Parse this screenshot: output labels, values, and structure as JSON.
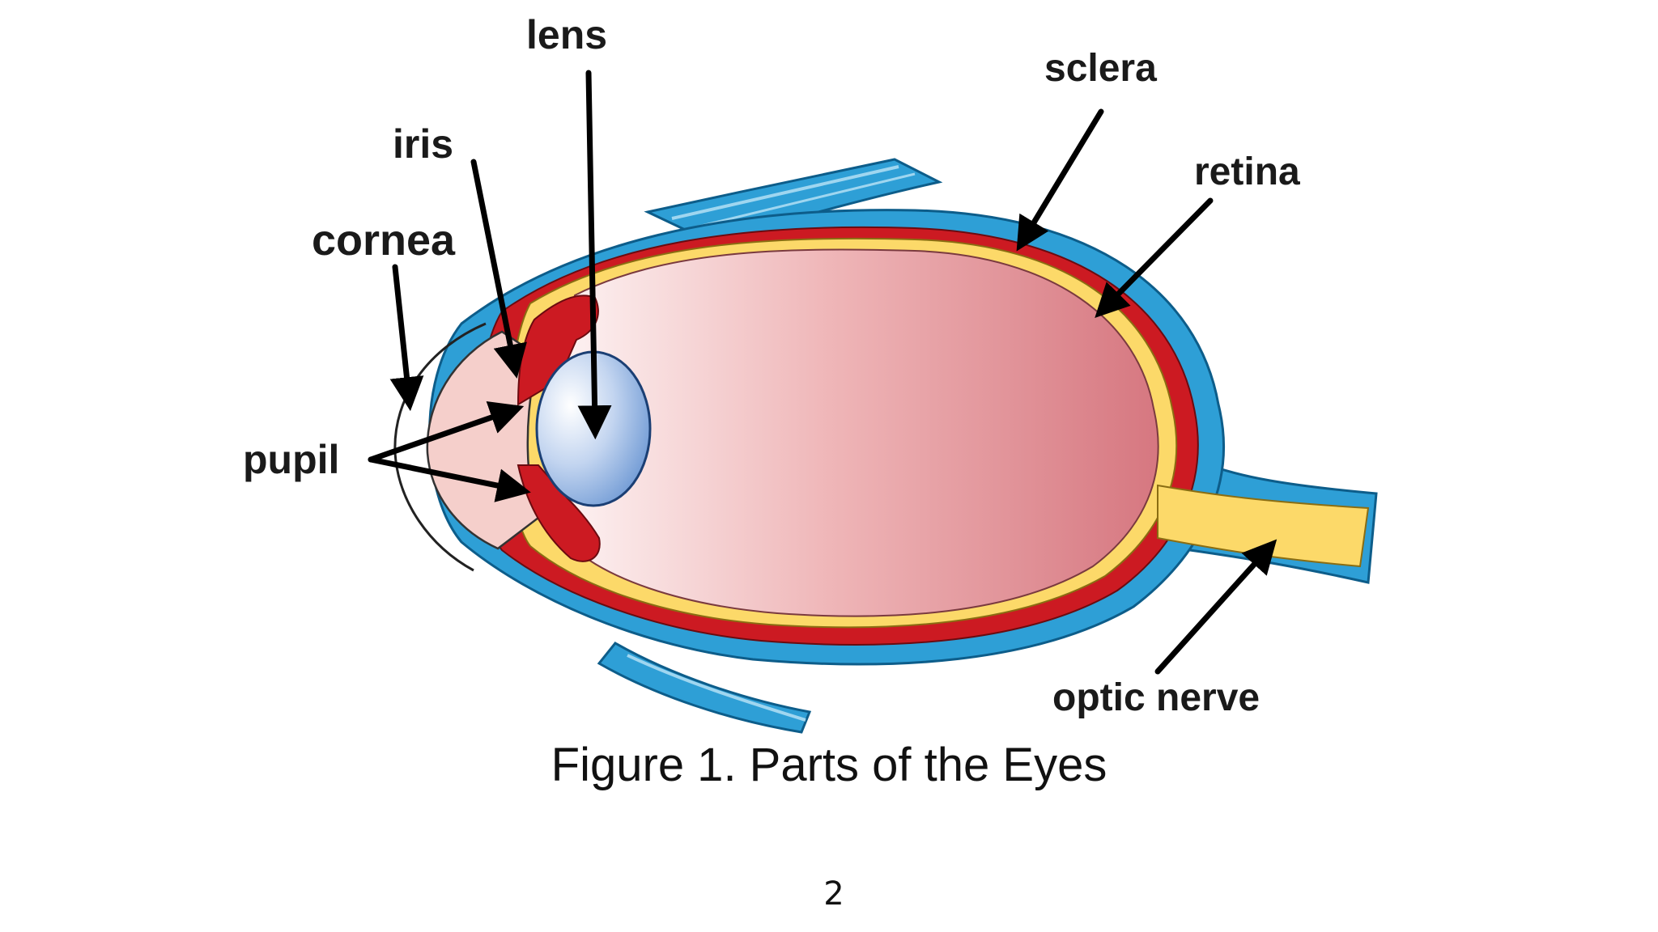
{
  "labels": {
    "lens": "lens",
    "iris": "iris",
    "cornea": "cornea",
    "pupil": "pupil",
    "sclera": "sclera",
    "retina": "retina",
    "optic_nerve": "optic nerve"
  },
  "caption": "Figure 1. Parts of the Eyes",
  "page_number": "2",
  "colors": {
    "sclera": "#2e9fd6",
    "retina": "#cc1a22",
    "choroid_yellow": "#fcd969",
    "vitreous_light": "#fbe9ea",
    "vitreous_dark": "#d9828c",
    "lens_light": "#ffffff",
    "lens_dark": "#6f9bd6",
    "aqueous": "#f5cfcb"
  }
}
